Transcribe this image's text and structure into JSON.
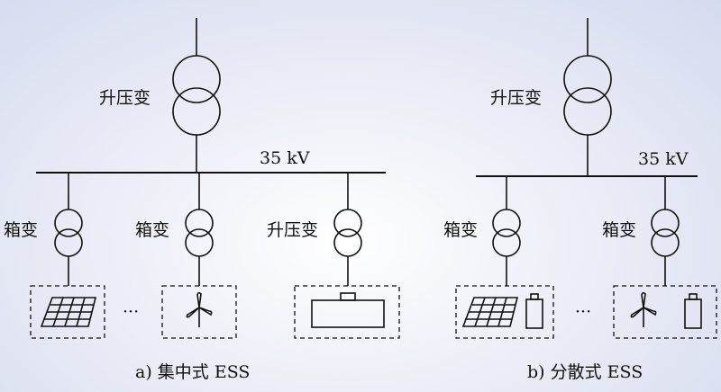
{
  "colors": {
    "line": "#111111",
    "background_center": "#ffffff",
    "background_edge": "#d5dbef"
  },
  "labels": {
    "step_up": "升压变",
    "box_transformer": "箱变",
    "voltage": "35 kV",
    "ellipsis": "···"
  },
  "captions": {
    "a": "a) 集中式 ESS",
    "b": "b) 分散式 ESS"
  },
  "icons": [
    "solar-panel-icon",
    "wind-turbine-icon",
    "battery-icon"
  ]
}
